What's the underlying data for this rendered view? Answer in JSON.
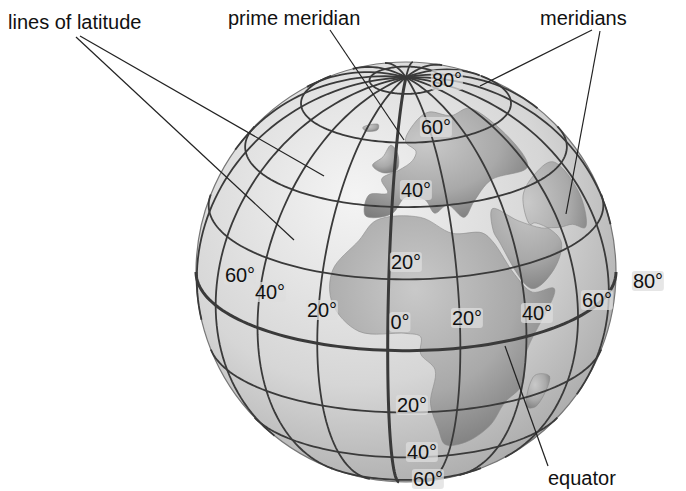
{
  "diagram": {
    "labels": [
      "lines of latitude",
      "prime meridian",
      "meridians",
      "80°",
      "60°",
      "40°",
      "20°",
      "60°",
      "40°",
      "20°",
      "0°",
      "20°",
      "40°",
      "60°",
      "80°",
      "20°",
      "40°",
      "60°",
      "equator"
    ]
  }
}
